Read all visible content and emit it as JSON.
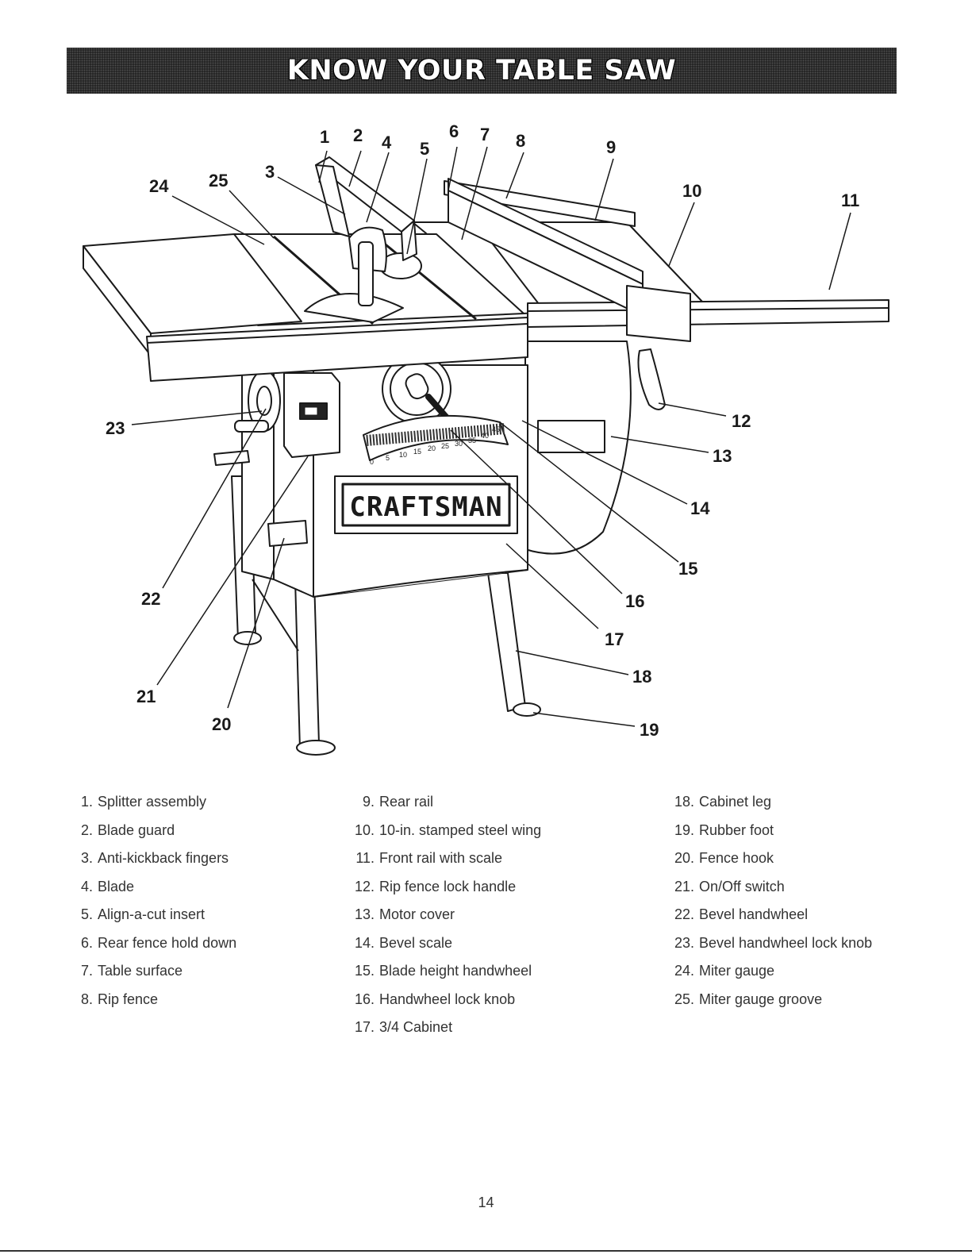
{
  "header": {
    "title": "KNOW YOUR TABLE SAW"
  },
  "logo_text": "CRAFTSMAN",
  "bevel_scale_numbers": [
    "0",
    "5",
    "10",
    "15",
    "20",
    "25",
    "30",
    "35",
    "40",
    "45"
  ],
  "callouts": [
    "1",
    "2",
    "3",
    "4",
    "5",
    "6",
    "7",
    "8",
    "9",
    "10",
    "11",
    "12",
    "13",
    "14",
    "15",
    "16",
    "17",
    "18",
    "19",
    "20",
    "21",
    "22",
    "23",
    "24",
    "25"
  ],
  "parts": [
    {
      "num": "1.",
      "label": "Splitter assembly"
    },
    {
      "num": "2.",
      "label": "Blade guard"
    },
    {
      "num": "3.",
      "label": "Anti-kickback fingers"
    },
    {
      "num": "4.",
      "label": "Blade"
    },
    {
      "num": "5.",
      "label": "Align-a-cut insert"
    },
    {
      "num": "6.",
      "label": "Rear fence hold down"
    },
    {
      "num": "7.",
      "label": "Table surface"
    },
    {
      "num": "8.",
      "label": "Rip fence"
    },
    {
      "num": "9.",
      "label": "Rear rail"
    },
    {
      "num": "10.",
      "label": "10-in. stamped steel wing"
    },
    {
      "num": "11.",
      "label": "Front rail with scale"
    },
    {
      "num": "12.",
      "label": "Rip fence lock handle"
    },
    {
      "num": "13.",
      "label": "Motor cover"
    },
    {
      "num": "14.",
      "label": "Bevel scale"
    },
    {
      "num": "15.",
      "label": "Blade height handwheel"
    },
    {
      "num": "16.",
      "label": "Handwheel lock knob"
    },
    {
      "num": "17.",
      "label": "3/4 Cabinet"
    },
    {
      "num": "18.",
      "label": "Cabinet leg"
    },
    {
      "num": "19.",
      "label": "Rubber foot"
    },
    {
      "num": "20.",
      "label": "Fence hook"
    },
    {
      "num": "21.",
      "label": "On/Off switch"
    },
    {
      "num": "22.",
      "label": "Bevel handwheel"
    },
    {
      "num": "23.",
      "label": "Bevel handwheel lock knob"
    },
    {
      "num": "24.",
      "label": "Miter gauge"
    },
    {
      "num": "25.",
      "label": "Miter gauge groove"
    }
  ],
  "footer": {
    "page_number": "14"
  }
}
